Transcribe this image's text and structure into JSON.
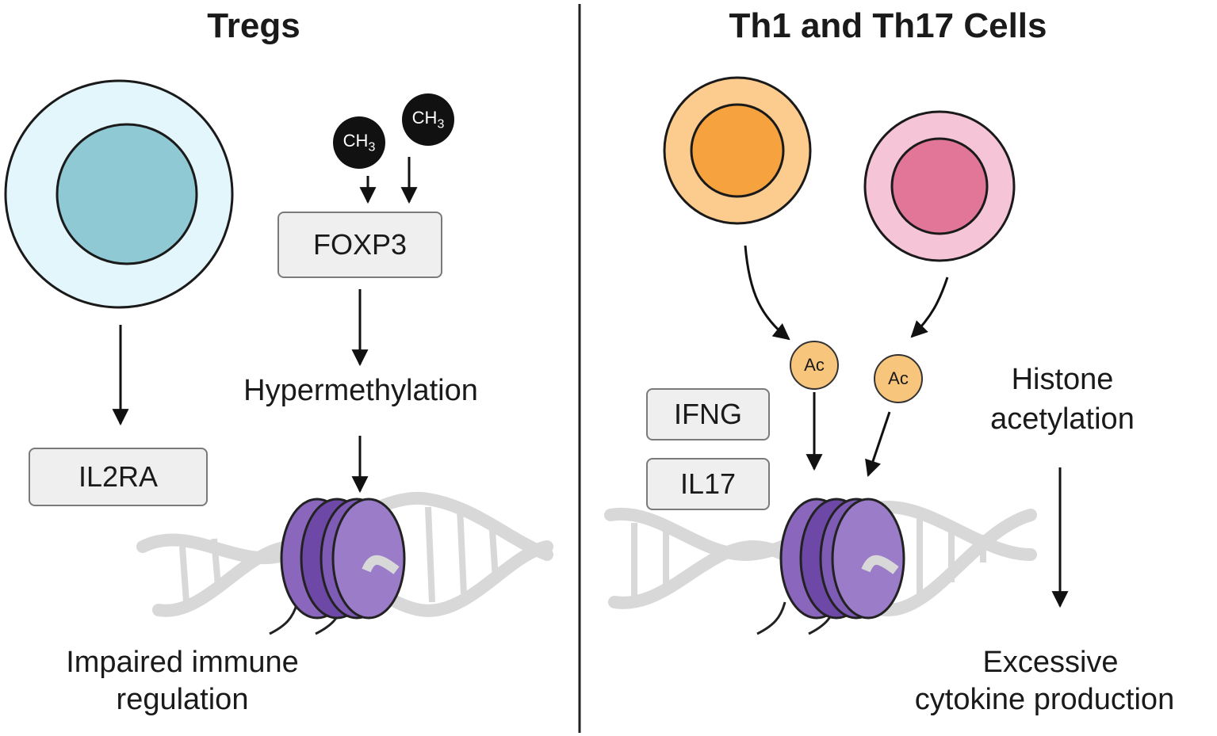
{
  "left_panel": {
    "title": "Tregs",
    "il2ra_label": "IL2RA",
    "foxp3_label": "FOXP3",
    "methyl_label": "CH",
    "methyl_subscript": "3",
    "process_label": "Hypermethylation",
    "outcome_line1": "Impaired immune",
    "outcome_line2": "regulation"
  },
  "right_panel": {
    "title": "Th1 and Th17 Cells",
    "acetyl_label": "Ac",
    "gene1_label": "IFNG",
    "gene2_label": "IL17",
    "process_line1": "Histone",
    "process_line2": "acetylation",
    "outcome_line1": "Excessive",
    "outcome_line2": "cytokine production"
  },
  "colors": {
    "treg_outer": "#e3f6fb",
    "treg_inner": "#8ec9d4",
    "th1_outer": "#fccb8e",
    "th1_inner": "#f6a33f",
    "th17_outer": "#f5c4d6",
    "th17_inner": "#e27698",
    "nucleosome": "#9b7cc8",
    "nucleosome_dark": "#6e48a6",
    "dna": "#d8d8d8"
  }
}
